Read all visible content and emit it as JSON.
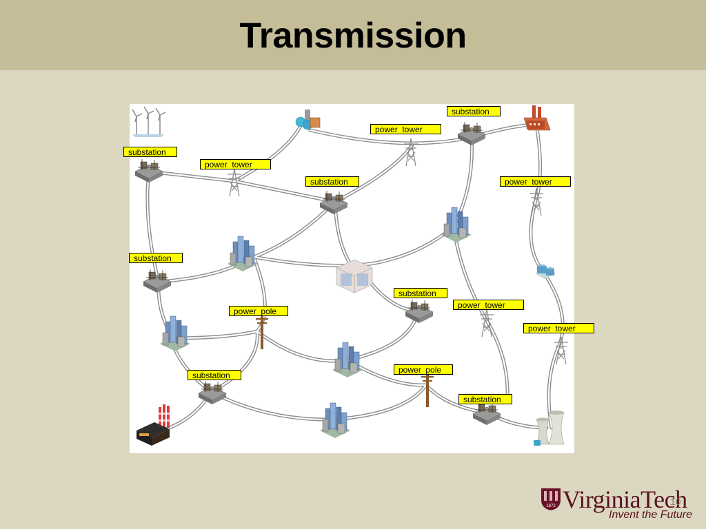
{
  "slide": {
    "title": "Transmission",
    "number": "10"
  },
  "labels": [
    {
      "id": "sub-top-right",
      "text": "substation"
    },
    {
      "id": "tower-top-mid",
      "text": "power  tower"
    },
    {
      "id": "sub-left-top",
      "text": "substation"
    },
    {
      "id": "tower-top-left",
      "text": "power  tower"
    },
    {
      "id": "sub-center-top",
      "text": "substation"
    },
    {
      "id": "tower-right-top",
      "text": "power  tower"
    },
    {
      "id": "sub-left-mid",
      "text": "substation"
    },
    {
      "id": "sub-center-mid",
      "text": "substation"
    },
    {
      "id": "tower-right-mid",
      "text": "power  tower"
    },
    {
      "id": "pole-left",
      "text": "power  pole"
    },
    {
      "id": "tower-far-right",
      "text": "power  tower"
    },
    {
      "id": "pole-center",
      "text": "power  pole"
    },
    {
      "id": "sub-bottom-left",
      "text": "substation"
    },
    {
      "id": "sub-bottom-right",
      "text": "substation"
    }
  ],
  "icons": [
    "wind-turbines",
    "gas-plant",
    "factory",
    "substation",
    "power-tower",
    "office-buildings",
    "data-center",
    "water-tanks",
    "power-pole",
    "coal-plant",
    "nuclear-cooling-towers"
  ],
  "logo": {
    "wordmark": "VirginiaTech",
    "tagline": "Invent the Future",
    "shield_year": "1872"
  },
  "colors": {
    "title_bar": "#c4bd98",
    "background": "#dcd7c1",
    "label_fill": "#ffff00",
    "brand": "#5a1220"
  }
}
